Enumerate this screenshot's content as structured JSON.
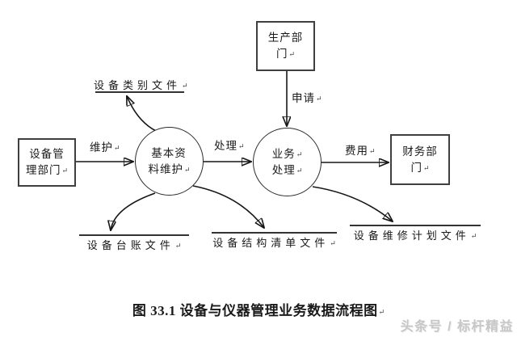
{
  "colors": {
    "ink": "#161616",
    "box_border": "#3f3f3f",
    "watermark_gray": "#c7c7c7",
    "background": "#ffffff"
  },
  "entities": {
    "equipment_dept": {
      "line1": "设备管",
      "line2": "理部门",
      "line2_mark": "↵"
    },
    "production_dept": {
      "line1": "生产部",
      "line2": "门",
      "line2_mark": "↵"
    },
    "finance_dept": {
      "line1": "财务部",
      "line2": "门",
      "line2_mark": "↵"
    }
  },
  "processes": {
    "basic_data_maintenance": {
      "line1": "基本资",
      "line1_mark": "",
      "line2": "料维护",
      "line2_mark": "↵"
    },
    "business_processing": {
      "line1": "业务",
      "line1_mark": "↵",
      "line2": "处理",
      "line2_mark": "↵"
    }
  },
  "datastores": {
    "category_file": {
      "label": "设备类别文件",
      "mark": "↵"
    },
    "ledger_file": {
      "label": "设备台账文件",
      "mark": "↵"
    },
    "structure_file": {
      "label": "设备结构清单文件",
      "mark": "↵"
    },
    "maintenance_plan_file": {
      "label": "设备维修计划文件",
      "mark": "↵"
    }
  },
  "flows": {
    "maintain": {
      "label": "维护",
      "mark": "↵"
    },
    "process": {
      "label": "处理",
      "mark": "↵"
    },
    "apply": {
      "label": "申请",
      "mark": "↵"
    },
    "fee": {
      "label": "费用",
      "mark": "↵"
    }
  },
  "caption": {
    "text": "图 33.1 设备与仪器管理业务数据流程图",
    "mark": "↵"
  },
  "watermark": {
    "text": "头条号 / 标杆精益"
  }
}
